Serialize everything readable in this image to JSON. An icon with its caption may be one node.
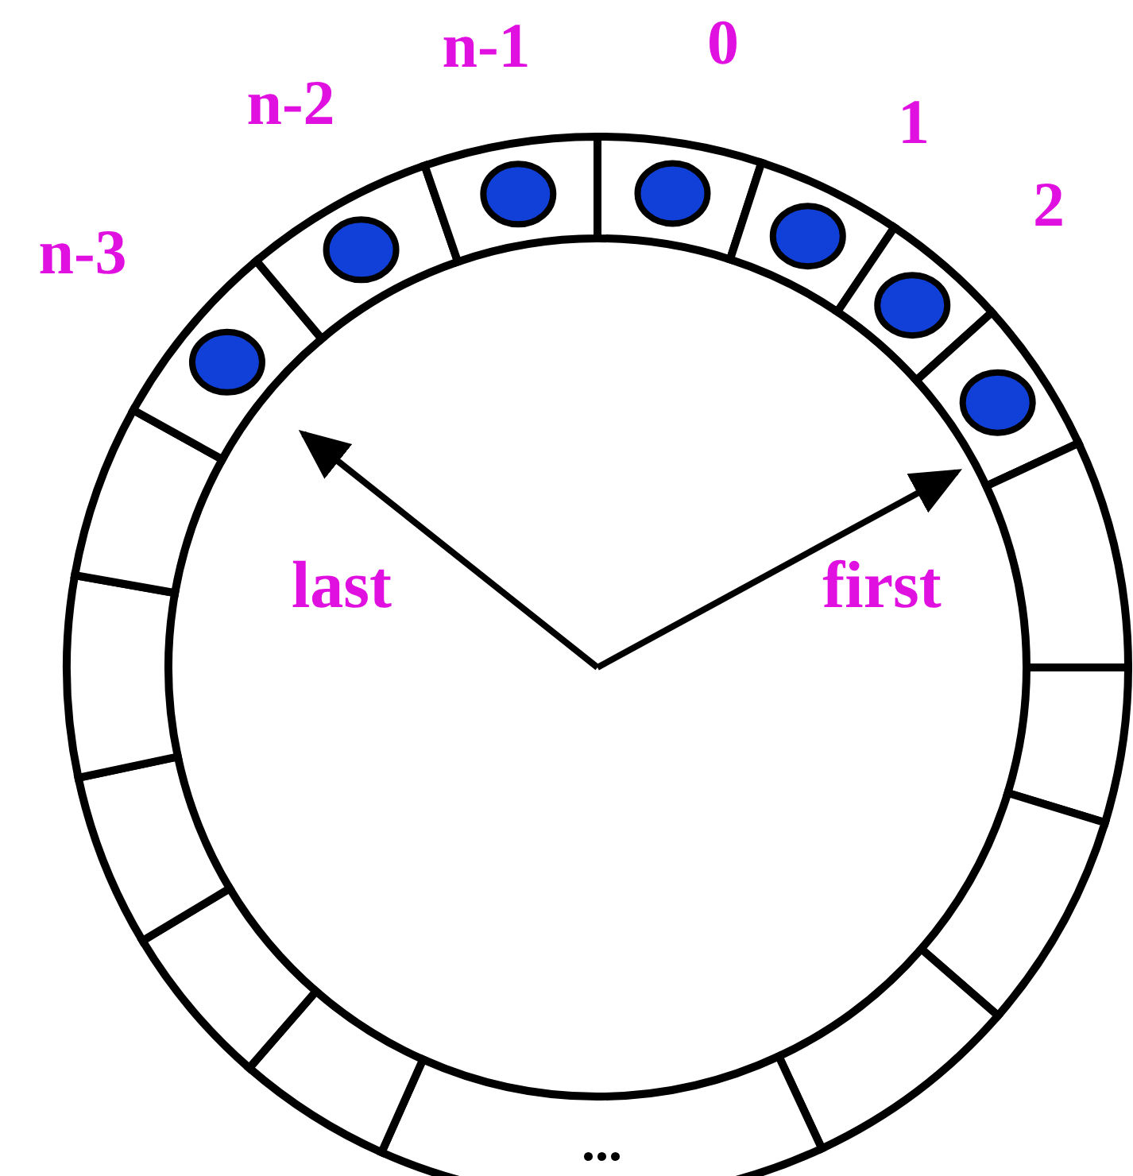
{
  "diagram": {
    "nodes": [
      {
        "text": [],
        "shape": "box",
        "beside": [
          "0"
        ]
      },
      {
        "text": [],
        "shape": "box",
        "beside": [
          "1"
        ]
      },
      {
        "text": [],
        "shape": "box",
        "beside": [
          "2"
        ]
      },
      {
        "text": [],
        "shape": "box"
      },
      {
        "text": [],
        "shape": "box"
      },
      {
        "text": [],
        "shape": "box"
      },
      {
        "text": [],
        "shape": "box"
      },
      {
        "text": [],
        "shape": "box"
      },
      {
        "text": [
          "..."
        ]
      },
      {
        "text": [],
        "shape": "box"
      },
      {
        "text": [],
        "shape": "box"
      },
      {
        "text": [],
        "shape": "box"
      },
      {
        "text": [],
        "shape": "box"
      },
      {
        "text": [],
        "shape": "box"
      },
      {
        "text": [],
        "shape": "box",
        "beside": [
          "n-3"
        ]
      },
      {
        "text": [],
        "shape": "box",
        "beside": [
          "n-2"
        ]
      },
      {
        "text": [],
        "shape": "box",
        "beside": [
          "n-1"
        ]
      },
      {
        "text": [],
        "shape": "circle",
        "in": 0
      },
      {
        "text": [],
        "shape": "circle",
        "in": 1
      },
      {
        "text": [],
        "shape": "circle",
        "in": 2
      },
      {
        "text": [],
        "shape": "circle",
        "in": 3
      },
      {
        "text": [],
        "shape": "circle",
        "in": 14
      },
      {
        "text": [],
        "shape": "circle",
        "in": 15
      },
      {
        "text": [],
        "shape": "circle",
        "in": 16
      }
    ],
    "edges": [
      {
        "from": null,
        "to": 14,
        "arrow": "to",
        "label": "last"
      },
      {
        "from": null,
        "to": 3,
        "arrow": "to",
        "label": "first"
      }
    ]
  }
}
